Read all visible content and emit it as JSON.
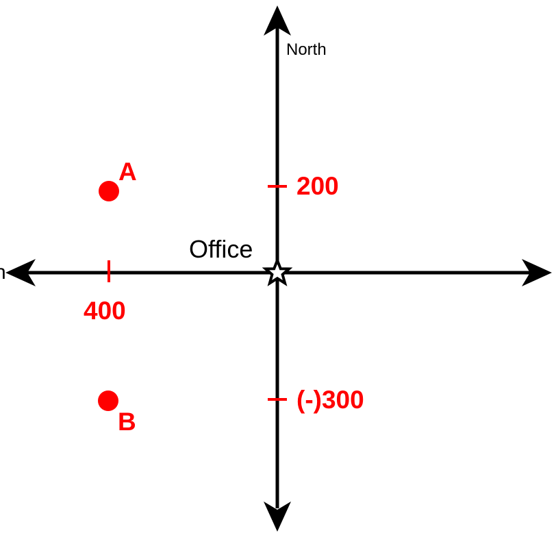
{
  "colors": {
    "axis": "#000000",
    "accent": "#ff0000",
    "star_fill": "#ffffff"
  },
  "labels": {
    "north": "North",
    "west": "n",
    "origin": "Office",
    "tick_north": "200",
    "tick_south": "(-)300",
    "tick_west": "400",
    "point_a": "A",
    "point_b": "B"
  },
  "icons": {
    "origin_marker": "star-icon",
    "point_marker": "circle-icon"
  }
}
